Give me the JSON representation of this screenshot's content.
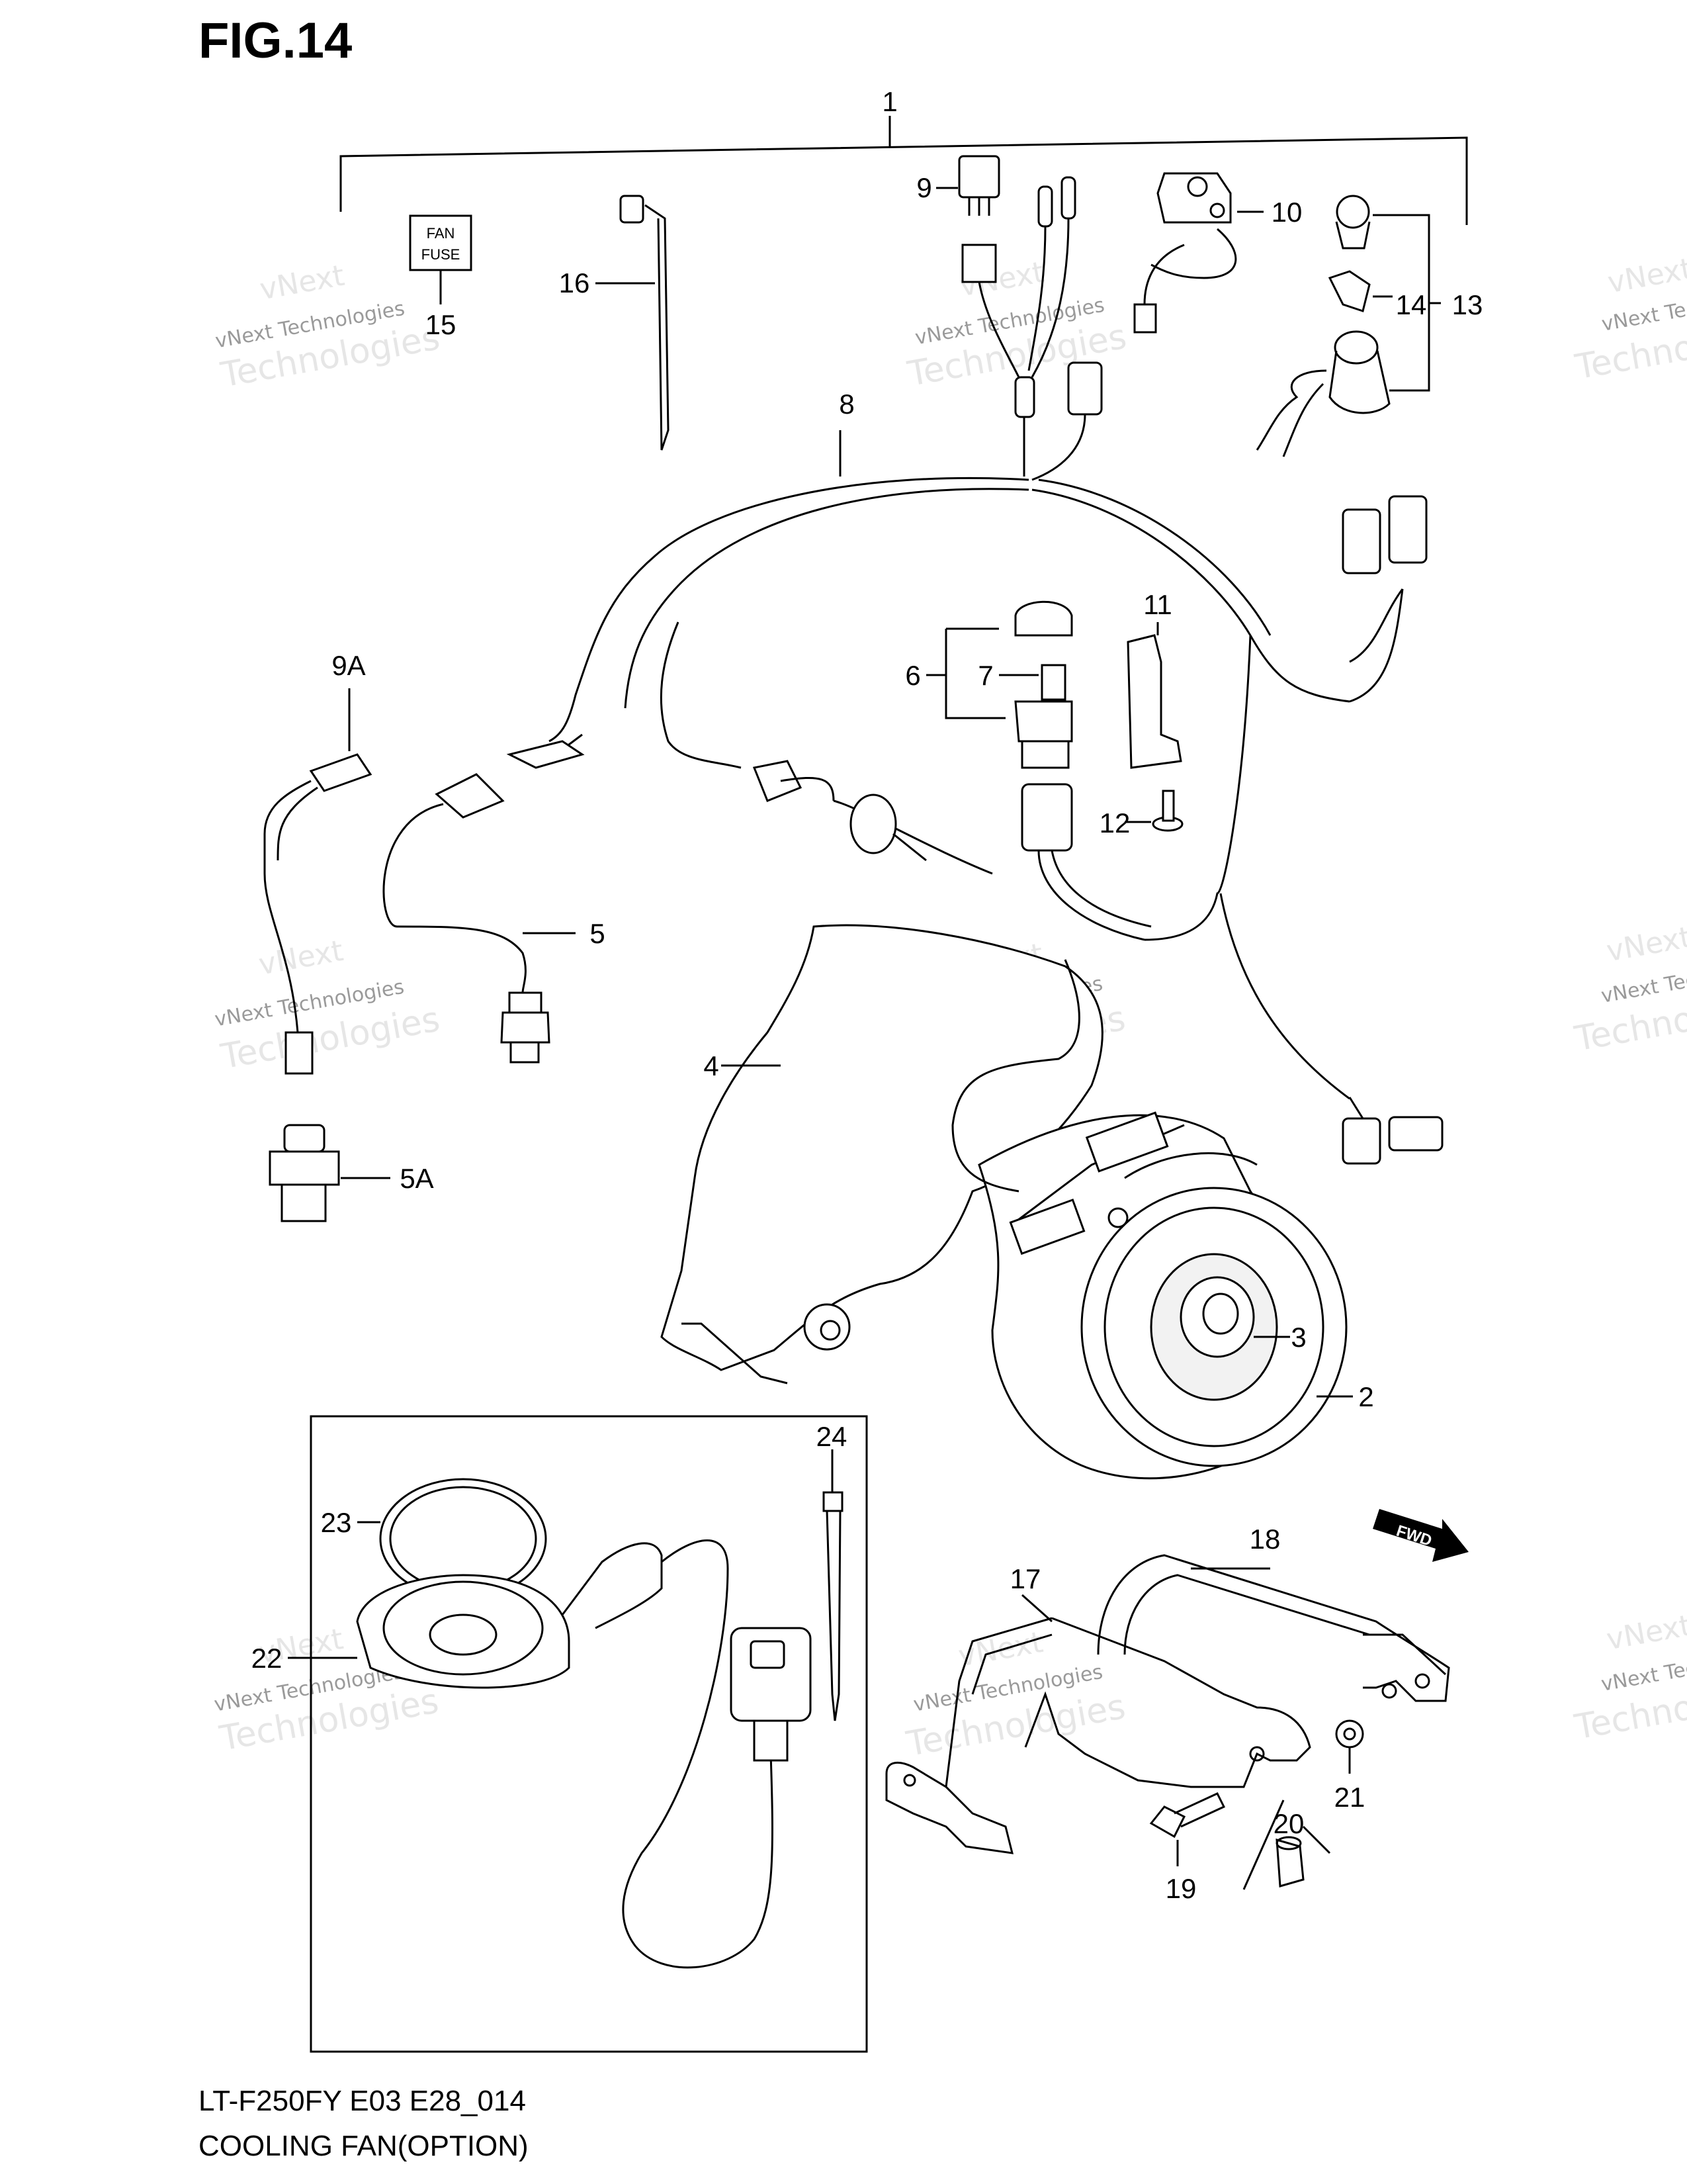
{
  "figure_title": "FIG.14",
  "footer": {
    "model_code": "LT-F250FY E03 E28_014",
    "section_title": "COOLING FAN(OPTION)"
  },
  "fuse_label": {
    "line1": "FAN",
    "line2": "FUSE"
  },
  "fwd_label": "FWD",
  "watermark": {
    "line1": "vNext",
    "line2": "vNext Technologies",
    "line3": "Technologies"
  },
  "callouts": {
    "c1": "1",
    "c2": "2",
    "c3": "3",
    "c4": "4",
    "c5": "5",
    "c5a": "5A",
    "c6": "6",
    "c7": "7",
    "c8": "8",
    "c9": "9",
    "c9a": "9A",
    "c10": "10",
    "c11": "11",
    "c12": "12",
    "c13": "13",
    "c14": "14",
    "c15": "15",
    "c16": "16",
    "c17": "17",
    "c18": "18",
    "c19": "19",
    "c20": "20",
    "c21": "21",
    "c22": "22",
    "c23": "23",
    "c24": "24"
  }
}
